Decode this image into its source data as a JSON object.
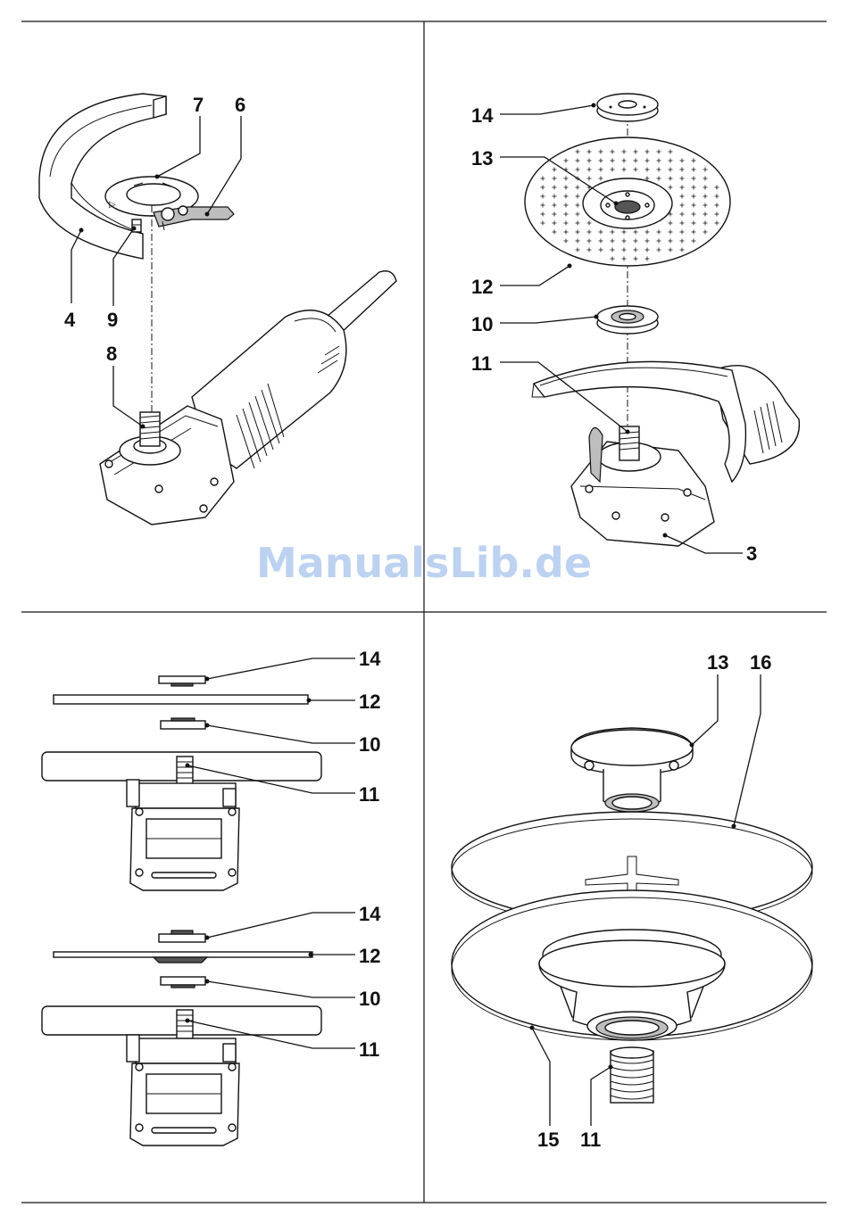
{
  "watermark": "ManualsLib.de",
  "panels": {
    "top_left": {
      "labels": {
        "guard": "4",
        "clamp_lever": "6",
        "guard_collar": "7",
        "spindle": "8",
        "adjust_screw": "9"
      }
    },
    "top_right": {
      "labels": {
        "clamp_nut": "14",
        "nut_face": "13",
        "disc": "12",
        "flange": "10",
        "spindle": "11",
        "spindle_lock": "3"
      }
    },
    "bottom_left_upper": {
      "labels": {
        "clamp_nut": "14",
        "disc": "12",
        "flange": "10",
        "spindle": "11"
      }
    },
    "bottom_left_lower": {
      "labels": {
        "clamp_nut": "14",
        "disc": "12",
        "flange": "10",
        "spindle": "11"
      }
    },
    "bottom_right": {
      "labels": {
        "nut": "13",
        "disc": "16",
        "backing_pad": "15",
        "spindle": "11"
      }
    }
  }
}
